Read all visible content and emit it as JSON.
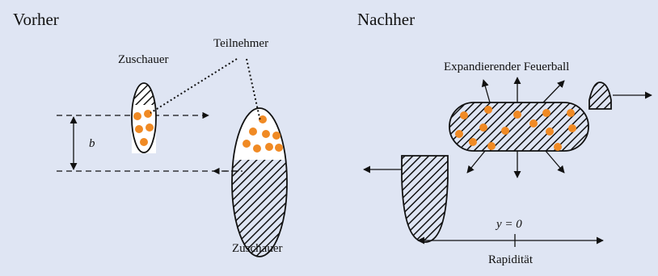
{
  "panels": {
    "before": {
      "title": "Vorher"
    },
    "after": {
      "title": "Nachher"
    }
  },
  "labels": {
    "spectators_top": "Zuschauer",
    "participants": "Teilnehmer",
    "spectators_bottom": "Zuschauer",
    "impact_parameter": "b",
    "fireball": "Expandierender Feuerball",
    "y_zero": "y = 0",
    "rapidity": "Rapidität"
  },
  "colors": {
    "background": "#dfe5f3",
    "participant_dots": "#f08a24",
    "ink": "#111111"
  }
}
